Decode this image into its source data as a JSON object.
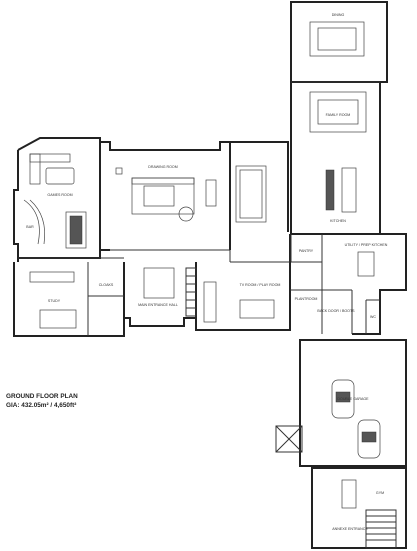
{
  "plan": {
    "title": "GROUND FLOOR PLAN",
    "area": "GIA: 432.05m² / 4,650ft²",
    "rooms": {
      "kitchen": "KITCHEN",
      "drawing_room": "DRAWING ROOM",
      "games_room": "GAMES ROOM",
      "bar": "BAR",
      "study": "STUDY",
      "cloaks": "CLOAKS",
      "main_entrance_hall": "MAIN ENTRANCE HALL",
      "tv_room": "TV ROOM / PLAY ROOM",
      "pantry": "PANTRY",
      "utility": "UTILITY / PREP KITCHEN",
      "wc": "WC",
      "back_door": "BACK DOOR / BOOTS",
      "plant_room": "PLANTROOM",
      "double_garage": "DOUBLE GARAGE",
      "gym": "GYM",
      "annexe_entrance": "ANNEXE ENTRANCE",
      "dining": "DINING",
      "family_room": "FAMILY ROOM"
    }
  }
}
